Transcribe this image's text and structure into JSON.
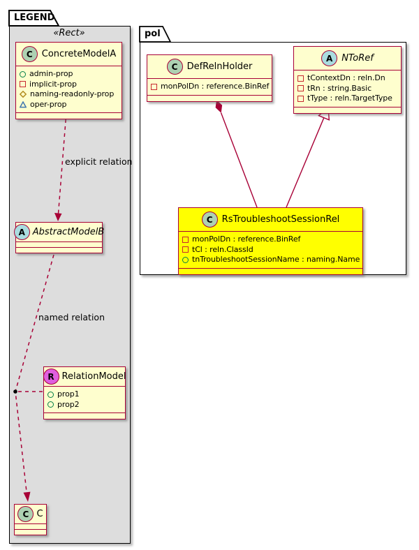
{
  "packages": {
    "legend": {
      "title": "LEGEND",
      "stereotype": "«Rect»"
    },
    "pol": {
      "title": "pol"
    }
  },
  "classes": {
    "concreteModelA": {
      "spot": "C",
      "name": "ConcreteModelA",
      "attributes": [
        {
          "icon": "circle-green",
          "text": "admin-prop"
        },
        {
          "icon": "square-red",
          "text": "implicit-prop"
        },
        {
          "icon": "diamond-yellow",
          "text": "naming-readonly-prop"
        },
        {
          "icon": "triangle-blue",
          "text": "oper-prop"
        }
      ]
    },
    "abstractModelB": {
      "spot": "A",
      "name": "AbstractModelB"
    },
    "relationModel": {
      "spot": "R",
      "name": "RelationModel",
      "attributes": [
        {
          "icon": "circle-green",
          "text": "prop1"
        },
        {
          "icon": "circle-green",
          "text": "prop2"
        }
      ]
    },
    "c": {
      "spot": "C",
      "name": "C"
    },
    "defRelnHolder": {
      "spot": "C",
      "name": "DefRelnHolder",
      "attributes": [
        {
          "icon": "square-red",
          "text": "monPolDn : reference.BinRef"
        }
      ]
    },
    "nToRef": {
      "spot": "A",
      "name": "NToRef",
      "attributes": [
        {
          "icon": "square-red",
          "text": "tContextDn : reln.Dn"
        },
        {
          "icon": "square-red",
          "text": "tRn : string.Basic"
        },
        {
          "icon": "square-red",
          "text": "tType : reln.TargetType"
        }
      ]
    },
    "rsTroubleshootSessionRel": {
      "spot": "C",
      "name": "RsTroubleshootSessionRel",
      "attributes": [
        {
          "icon": "square-red",
          "text": "monPolDn : reference.BinRef"
        },
        {
          "icon": "square-red",
          "text": "tCl : reln.ClassId"
        },
        {
          "icon": "circle-green",
          "text": "tnTroubleshootSessionName : naming.Name"
        }
      ]
    }
  },
  "edge_labels": {
    "explicit": "explicit relation",
    "named": "named relation"
  },
  "colors": {
    "class_border": "#A80036",
    "class_bg": "#FEFECE",
    "highlight_bg": "#FFFF00",
    "legend_bg": "#DDDDDD",
    "spot_class": "#ADD1B2",
    "spot_abstract": "#A9DCDF",
    "spot_relation": "#DF5FDF",
    "edge": "#A80036",
    "vis_public": "#038048",
    "vis_private": "#C82930",
    "vis_protected": "#B38D22",
    "vis_package": "#4177AF"
  }
}
